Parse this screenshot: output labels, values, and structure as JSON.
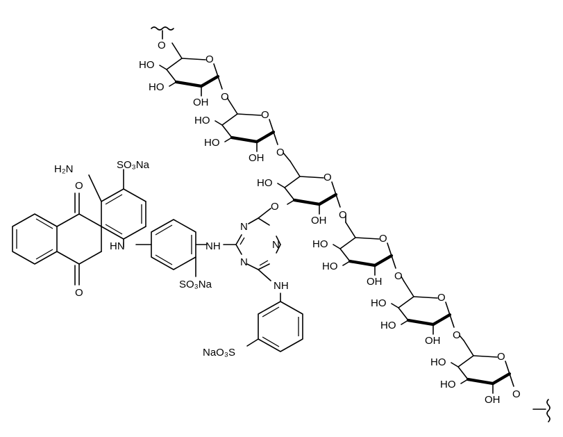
{
  "atoms": {
    "amine": "H₂N",
    "oxo_top": "O",
    "oxo_bottom": "O",
    "so3na_top": "SO₃Na",
    "nh_left": "HN",
    "nh_right": "NH",
    "so3na_mid": "SO₃Na",
    "triazine_n_top": "N",
    "triazine_n_right": "N",
    "triazine_n_left": "N",
    "ether_o": "O",
    "nh_bottom": "NH",
    "naso3": "NaO₃S"
  },
  "sugars": [
    {
      "ho_a": "HO",
      "ho_b": "HO",
      "oh": "OH",
      "ring_o": "O",
      "link_o": "O"
    },
    {
      "ho_a": "HO",
      "ho_b": "HO",
      "oh": "OH",
      "ring_o": "O",
      "link_o": "O"
    },
    {
      "ho_a": "HO",
      "ho_b": "",
      "oh": "OH",
      "ring_o": "O",
      "link_o": "O"
    },
    {
      "ho_a": "HO",
      "ho_b": "HO",
      "oh": "OH",
      "ring_o": "O",
      "link_o": "O"
    },
    {
      "ho_a": "HO",
      "ho_b": "HO",
      "oh": "OH",
      "ring_o": "O",
      "link_o": "O"
    },
    {
      "ho_a": "HO",
      "ho_b": "HO",
      "oh": "OH",
      "ring_o": "O",
      "link_o": "O"
    }
  ],
  "terminal_o_top": "O"
}
